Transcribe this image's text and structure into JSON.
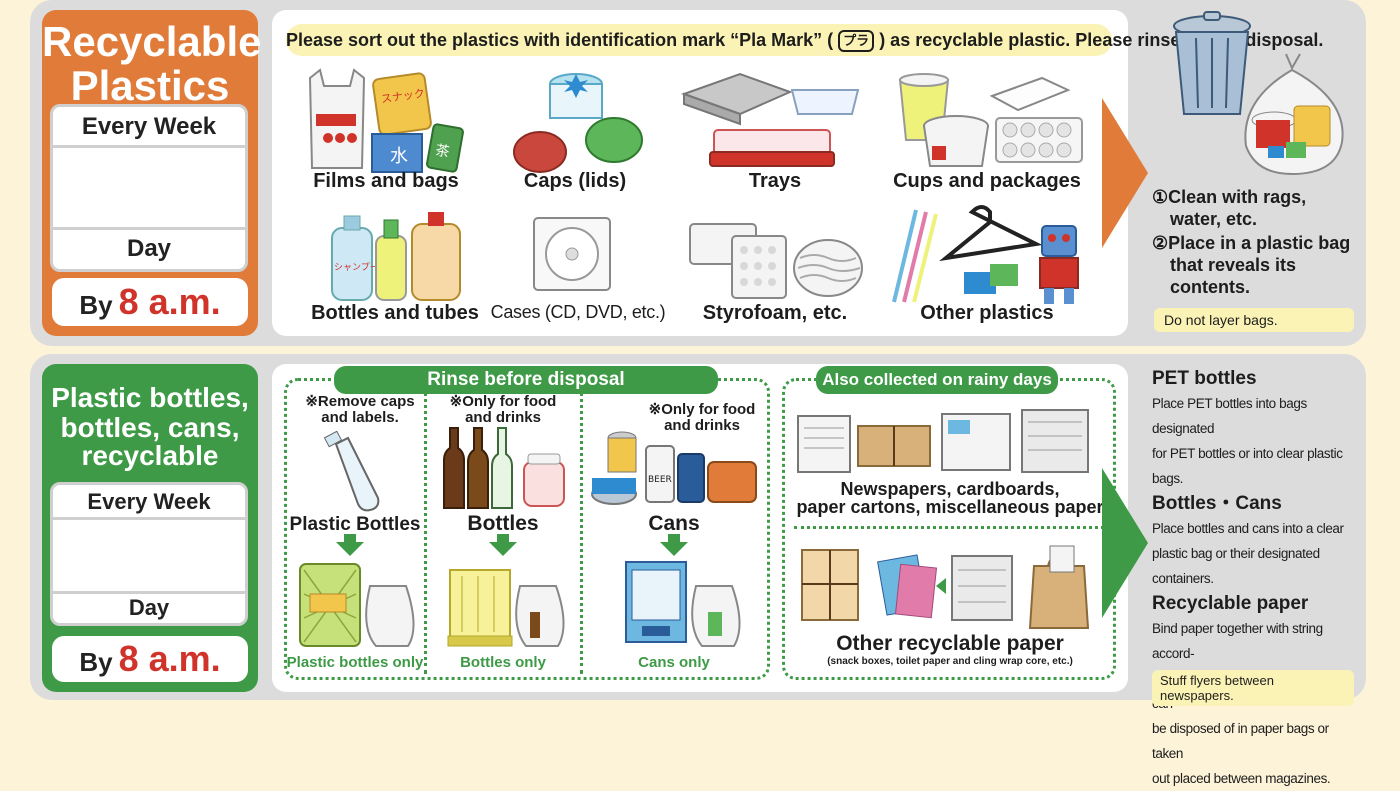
{
  "recyclable": {
    "title_line1": "Recyclable",
    "title_line2": "Plastics",
    "every_week": "Every Week",
    "day": "Day",
    "by": "By",
    "time": "8 a.m.",
    "notice_pre": "Please sort out the plastics with identification mark “Pla Mark” (",
    "notice_mark": "プラ",
    "notice_post": ") as recyclable plastic. Please rinse before disposal.",
    "items": [
      {
        "label": "Films and bags",
        "icon": "plastic-bag-icon"
      },
      {
        "label": "Caps (lids)",
        "icon": "bottle-caps-icon"
      },
      {
        "label": "Trays",
        "icon": "food-trays-icon"
      },
      {
        "label": "Cups and packages",
        "icon": "cups-packages-icon"
      },
      {
        "label": "Bottles and tubes",
        "icon": "plastic-bottles-icon"
      },
      {
        "label": "Cases (CD, DVD, etc.)",
        "icon": "cd-case-icon"
      },
      {
        "label": "Styrofoam, etc.",
        "icon": "styrofoam-icon"
      },
      {
        "label": "Other plastics",
        "icon": "other-plastics-icon"
      }
    ],
    "step1": "①Clean with rags,",
    "step1b": "water, etc.",
    "step2": "②Place in a plastic bag",
    "step2b": "that reveals its",
    "step2c": "contents.",
    "warning": "Do not layer bags."
  },
  "bottles": {
    "title_line1": "Plastic bottles,",
    "title_line2": "bottles, cans,",
    "title_line3": "recyclable paper",
    "every_week": "Every Week",
    "day": "Day",
    "by": "By",
    "time": "8 a.m.",
    "rinse": "Rinse before disposal",
    "rainy": "Also collected on rainy days",
    "col1_note1": "※Remove caps",
    "col1_note2": "and labels.",
    "col1_label": "Plastic Bottles",
    "col1_only": "Plastic bottles only",
    "col2_note1": "※Only for food",
    "col2_note2": "and drinks",
    "col2_label": "Bottles",
    "col2_only": "Bottles only",
    "col3_note1": "※Only for food",
    "col3_note2": "and drinks",
    "col3_label": "Cans",
    "col3_only": "Cans only",
    "paper1_line1": "Newspapers, cardboards,",
    "paper1_line2": "paper cartons, miscellaneous paper",
    "paper2_title": "Other recyclable paper",
    "paper2_sub": "(snack boxes, toilet paper and cling wrap core, etc.)",
    "pet_title": "PET bottles",
    "pet_text1": "Place PET bottles into bags designated",
    "pet_text2": "for PET bottles or into clear plastic bags.",
    "bc_title": "Bottles・Cans",
    "bc_text1": "Place bottles and cans into a clear",
    "bc_text2": "plastic bag or their designated",
    "bc_text3": "containers.",
    "rp_title": "Recyclable paper",
    "rp_text1": "Bind paper together with string accord-",
    "rp_text2": "ing to type. Other recyclable paper can",
    "rp_text3": "be disposed of in paper bags or taken",
    "rp_text4": "out placed between magazines.",
    "rp_note": "Stuff flyers between newspapers."
  },
  "colors": {
    "orange": "#e07b39",
    "green": "#3e9a46",
    "red": "#d0332a"
  }
}
